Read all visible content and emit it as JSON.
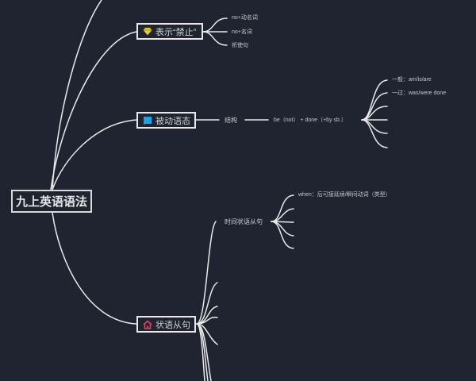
{
  "mindmap": {
    "root": {
      "label": "九上英语语法"
    },
    "topics": [
      {
        "label": "表示“禁止”",
        "icon": "diamond-icon",
        "icon_color": "#e8d23a",
        "children": [
          "no+动名词",
          "no+名词",
          "祈使句"
        ]
      },
      {
        "label": "被动语态",
        "icon": "flag-icon",
        "icon_color": "#1aa3e8",
        "structure_label": "结构",
        "formula": "be（not） + done（+by sb.）",
        "tense_items": [
          "一般：am/is/are",
          "一过：was/were done"
        ]
      },
      {
        "label": "状语从句",
        "icon": "house-icon",
        "icon_color": "#e0405a",
        "subtopic": "时间状语从句",
        "subitems": [
          "when：后可接延续/瞬间动词（类型）"
        ]
      }
    ]
  },
  "colors": {
    "background": "#1f2430",
    "line": "#e9e9e9",
    "text": "#cfcfcf"
  }
}
